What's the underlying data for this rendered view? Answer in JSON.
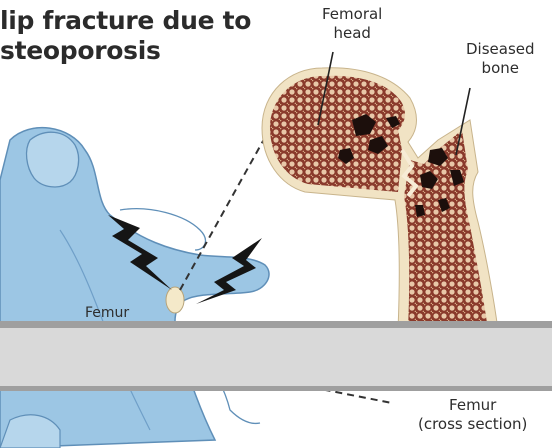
{
  "title": {
    "line1": "lip fracture due to",
    "line2": "steoporosis"
  },
  "labels": {
    "femoral_head_1": "Femoral",
    "femoral_head_2": "head",
    "diseased_bone_1": "Diseased",
    "diseased_bone_2": "bone",
    "femur_on_figure": "Femur",
    "femur_cross_1": "Femur",
    "femur_cross_2": "(cross section)"
  },
  "colors": {
    "skin": "#9cc6e4",
    "skin_shade": "#6f9fc8",
    "bone_outline": "#f1e3c4",
    "bone_interior": "#8a3a2c",
    "overlay_band": "#d9d9d9",
    "overlay_stripe": "#9f9f9f"
  },
  "icons": [
    "lightning-bolt-icon",
    "lightning-bolt-icon"
  ]
}
